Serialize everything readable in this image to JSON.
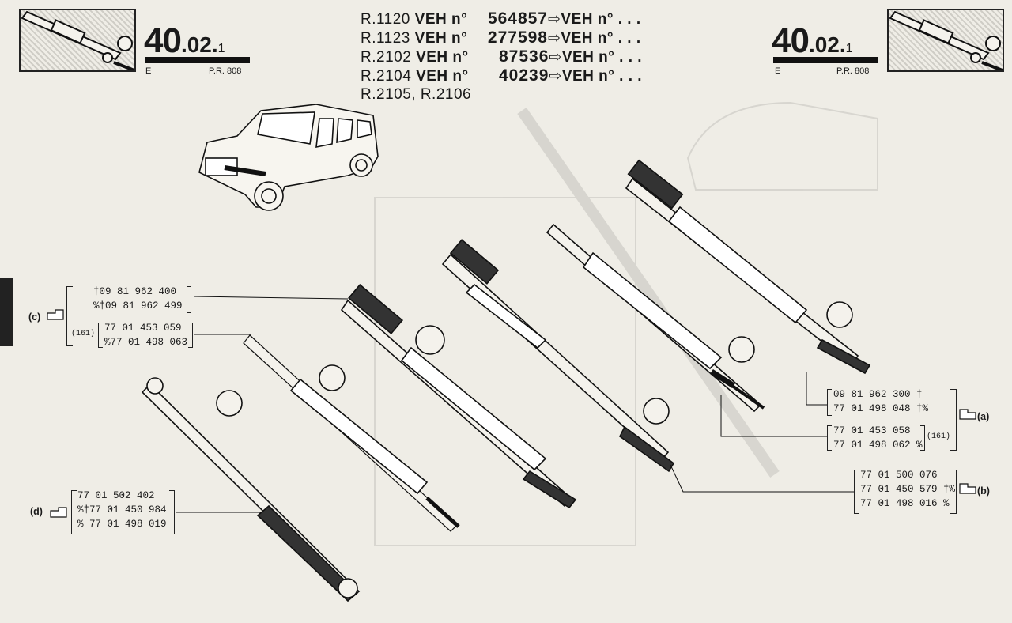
{
  "header": {
    "code_big": "40",
    "code_small": ".02.",
    "code_suffix": "1",
    "left_letter": "E",
    "pr_ref": "P.R. 808"
  },
  "vehicles": [
    {
      "model": "R.1120",
      "veh": "VEH n°",
      "num": "564857",
      "arrow": "⇨",
      "to": "VEH n° . . ."
    },
    {
      "model": "R.1123",
      "veh": "VEH n°",
      "num": "277598",
      "arrow": "⇨",
      "to": "VEH n° . . ."
    },
    {
      "model": "R.2102",
      "veh": "VEH n°",
      "num": "87536",
      "arrow": "⇨",
      "to": "VEH n° . . ."
    },
    {
      "model": "R.2104",
      "veh": "VEH n°",
      "num": "40239",
      "arrow": "⇨",
      "to": "VEH n° . . ."
    }
  ],
  "vehicles_extra": "R.2105, R.2106",
  "groups": {
    "c": {
      "label": "(c)",
      "lines_top": [
        "†09 81 962 400",
        "%†09 81 962 499"
      ],
      "tag_161": "(161)",
      "lines_bottom": [
        "77 01 453 059",
        "%77 01 498 063"
      ]
    },
    "d": {
      "label": "(d)",
      "lines": [
        "77 01 502 402",
        "%†77 01 450 984",
        "%  77 01 498 019"
      ]
    },
    "a": {
      "label": "(a)",
      "lines_top": [
        "09 81 962 300 †",
        "77 01 498 048 †%"
      ],
      "tag_161": "(161)",
      "lines_bottom": [
        "77 01 453 058",
        "77 01 498 062 %"
      ]
    },
    "b": {
      "label": "(b)",
      "lines": [
        "77 01 500 076",
        "77 01 450 579 †%",
        "77 01 498 016  %"
      ]
    }
  },
  "icons": {
    "pointing_hand": "pointing-hand-icon"
  }
}
